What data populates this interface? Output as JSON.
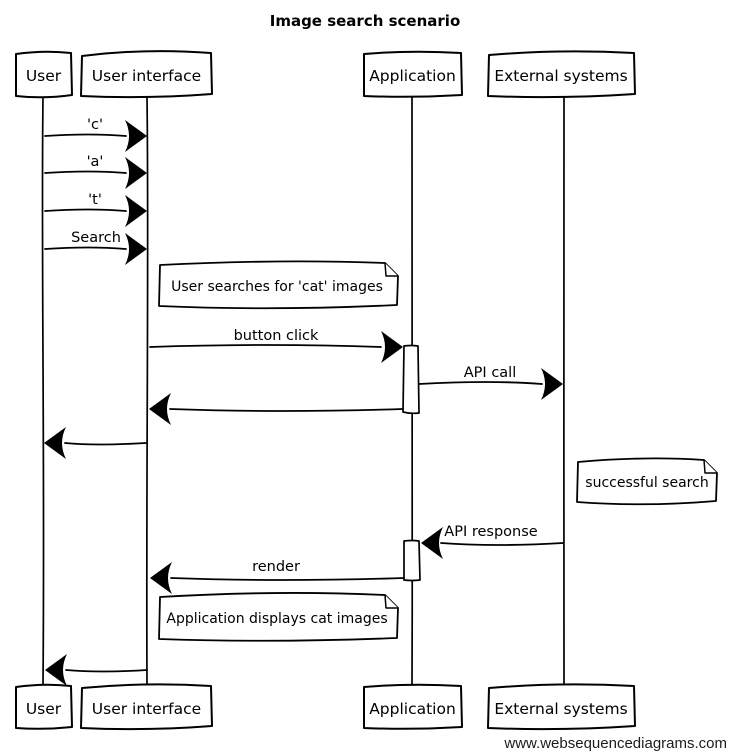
{
  "title": "Image search scenario",
  "footer": "www.websequencediagrams.com",
  "colors": {
    "stroke": "#000000",
    "background": "#ffffff"
  },
  "actors": {
    "user": "User",
    "user_interface": "User interface",
    "application": "Application",
    "external_systems": "External systems"
  },
  "messages": {
    "key_c": "'c'",
    "key_a": "'a'",
    "key_t": "'t'",
    "search": "Search",
    "button_click": "button click",
    "api_call": "API call",
    "api_response": "API response",
    "render": "render"
  },
  "notes": {
    "user_searches": "User searches for 'cat' images",
    "successful_search": "successful search",
    "app_displays": "Application displays cat images"
  }
}
